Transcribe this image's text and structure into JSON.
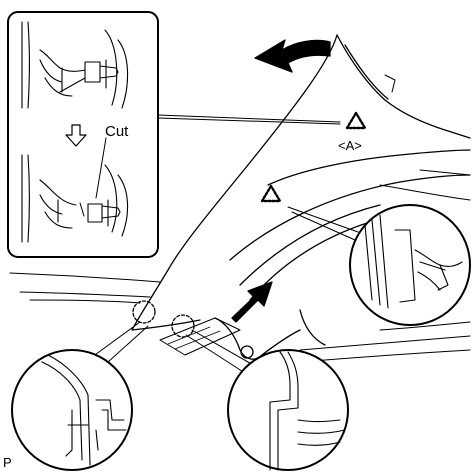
{
  "labels": {
    "cut": "Cut",
    "zone_a": "<A>",
    "page_letter": "P"
  },
  "icons": {
    "removal_direction": "curved-arrow-left-icon",
    "pull_direction": "straight-arrow-up-right-icon",
    "step_down": "hollow-arrow-down-icon",
    "clip_marker": "dotted-triangle-icon"
  },
  "colors": {
    "line": "#000000",
    "background": "#ffffff",
    "detail_fill": "#ffffff"
  }
}
